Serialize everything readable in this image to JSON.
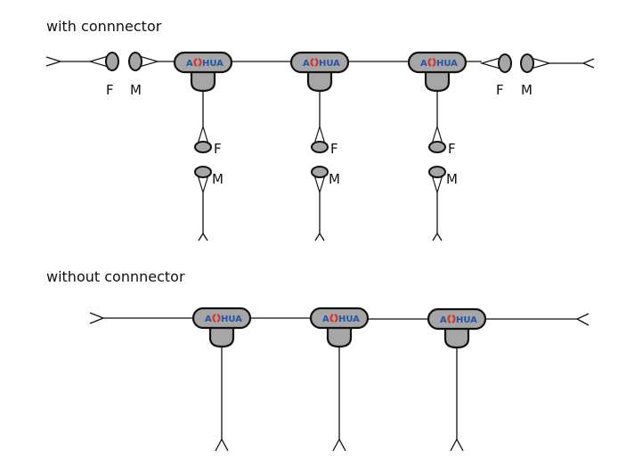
{
  "sections": [
    {
      "title": "with connnector",
      "has_connectors": true,
      "branch_count": 3,
      "end_labels": {
        "female": "F",
        "male": "M"
      },
      "branch_labels": {
        "female": "F",
        "male": "M"
      }
    },
    {
      "title": "without connnector",
      "has_connectors": false,
      "branch_count": 3
    }
  ],
  "brand": {
    "name": "HUA",
    "prefix": "A",
    "logo_red": "#e0302a",
    "logo_blue": "#2255aa"
  },
  "colors": {
    "body_fill": "#a6a6a6",
    "outline": "#111111"
  }
}
